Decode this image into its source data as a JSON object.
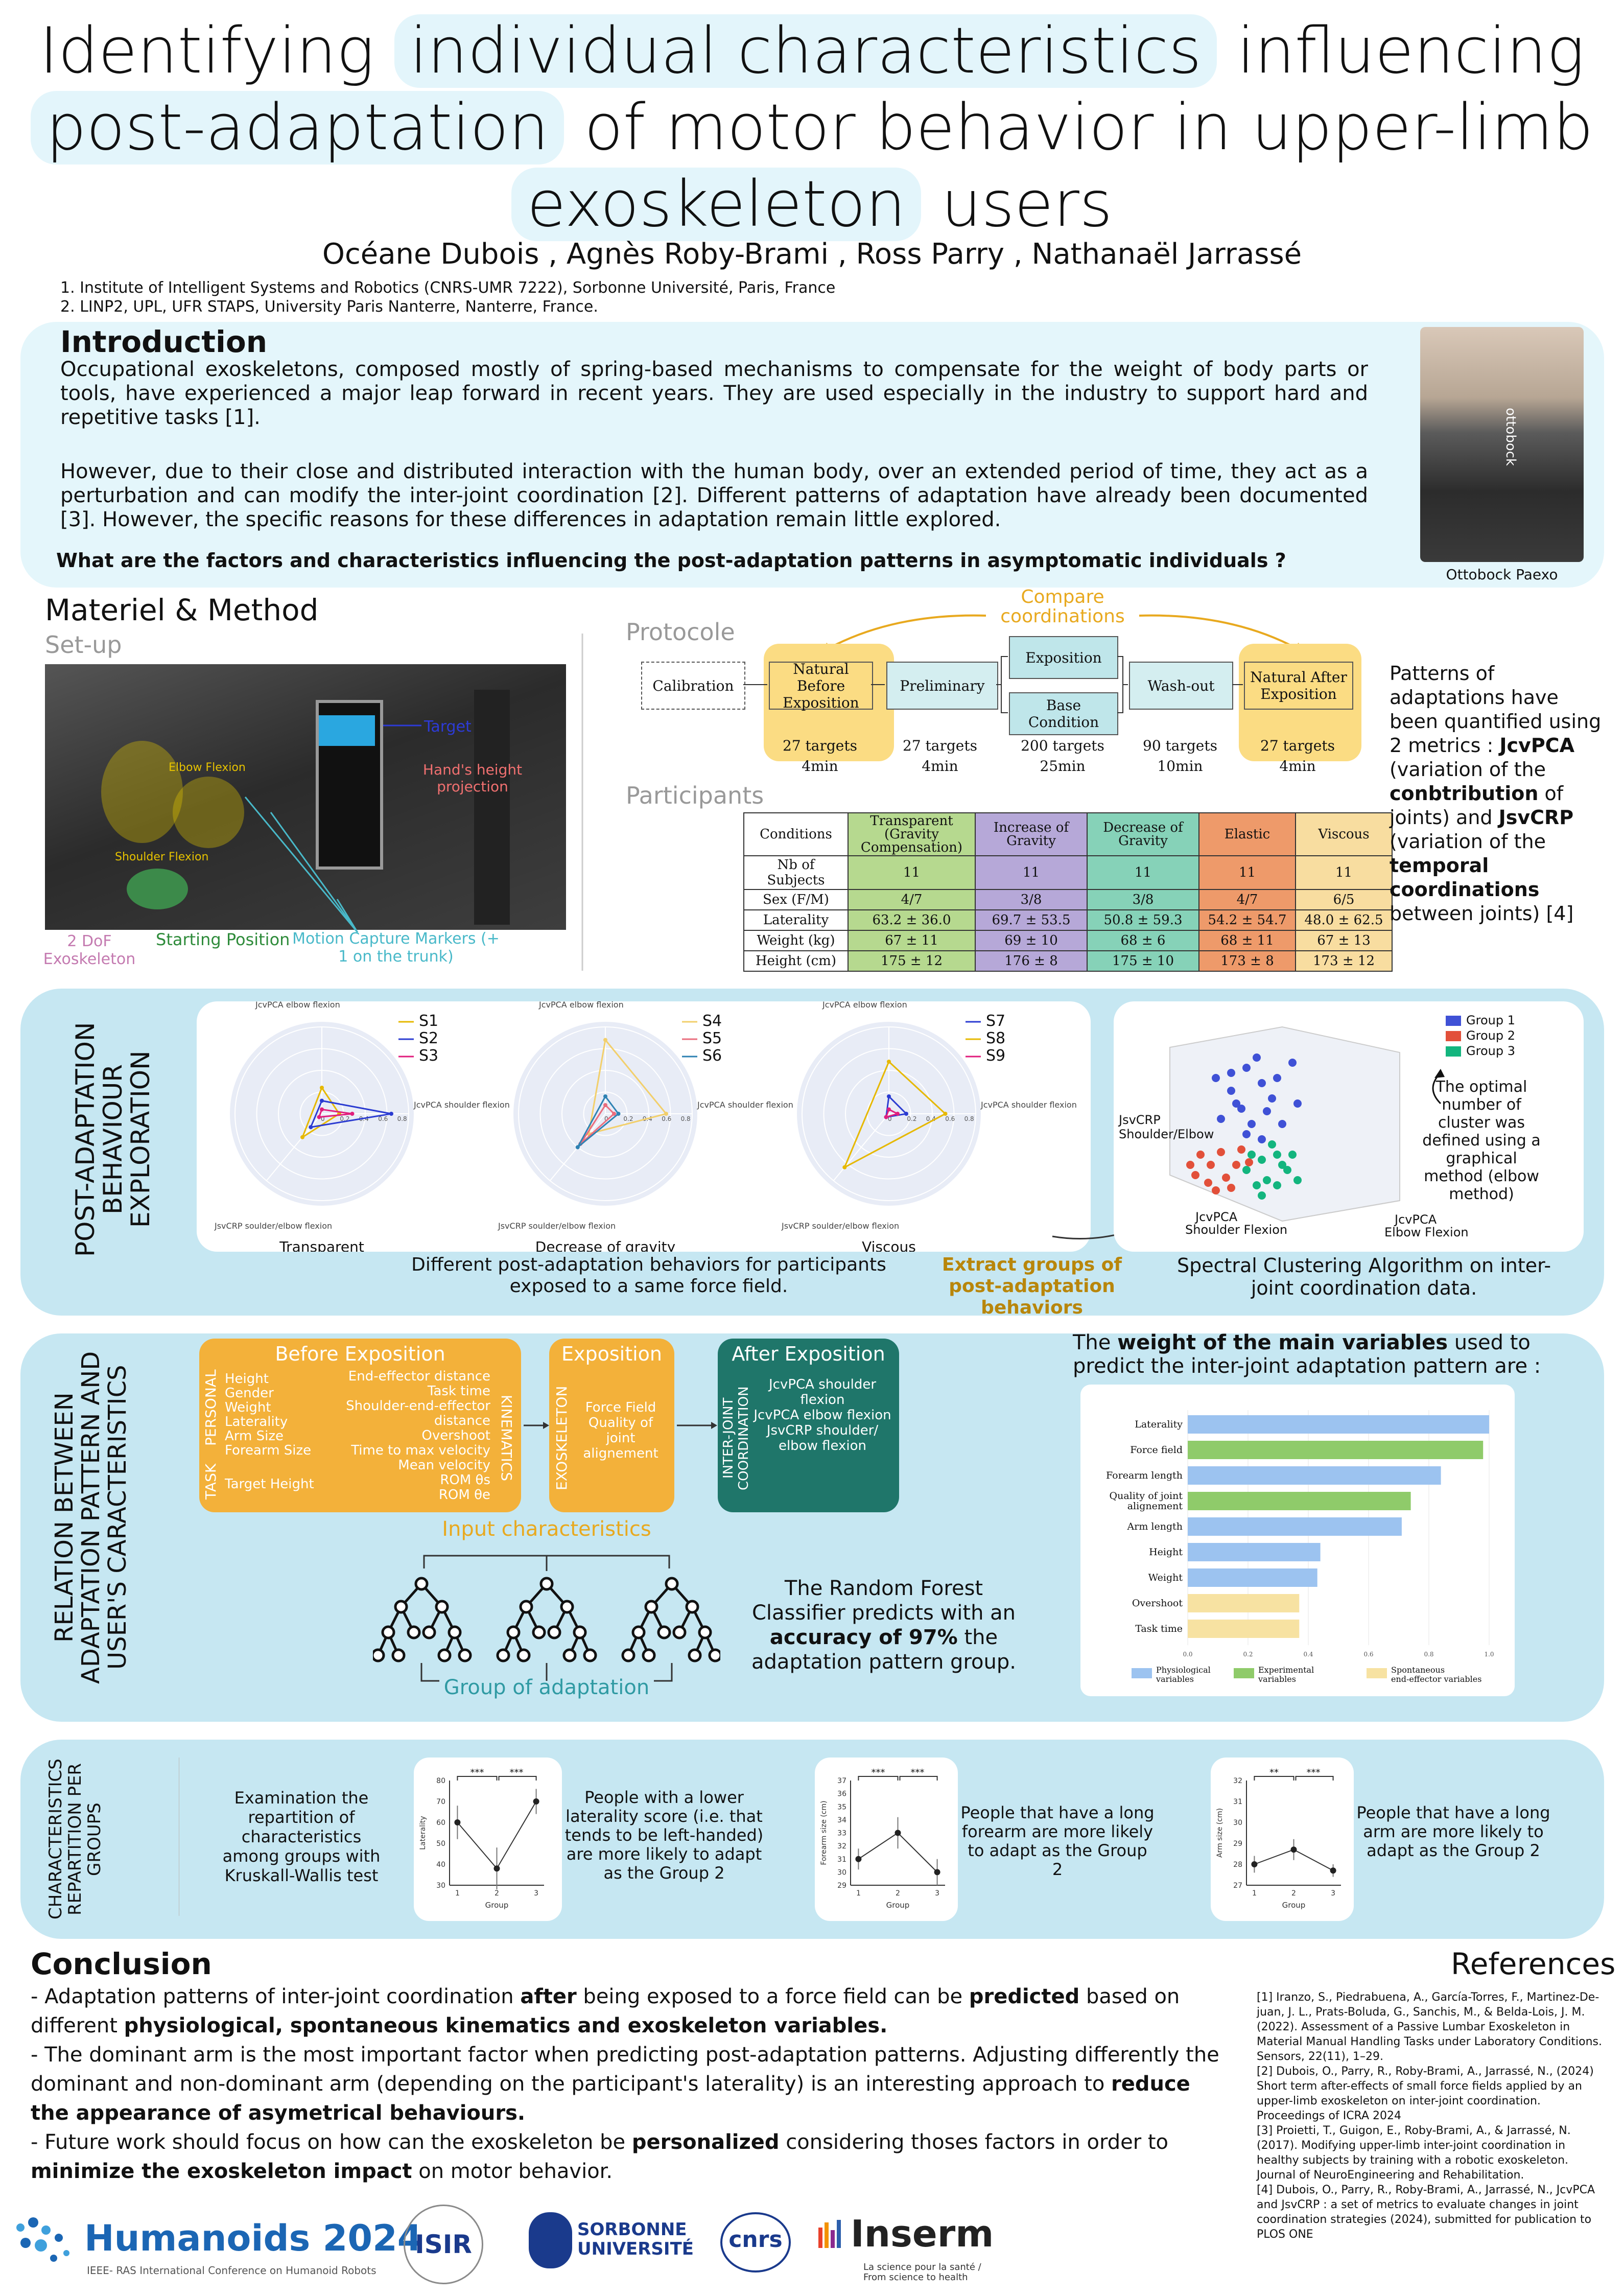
{
  "title": {
    "line1_a": "Identifying ",
    "line1_hl": "individual characteristics",
    "line1_b": " influencing",
    "line2_hl": "post-adaptation",
    "line2_b": " of motor behavior in upper-limb",
    "line3_hl": "exoskeleton",
    "line3_b": " users"
  },
  "authors": "Océane Dubois , Agnès Roby-Brami , Ross Parry , Nathanaël Jarrassé",
  "affiliations": [
    "1. Institute of Intelligent Systems and Robotics (CNRS-UMR 7222), Sorbonne Université, Paris, France",
    "2. LINP2, UPL, UFR STAPS, University Paris Nanterre, Nanterre, France."
  ],
  "intro": {
    "heading": "Introduction",
    "p1": "Occupational exoskeletons, composed mostly of spring-based mechanisms to compensate for the weight of body parts or tools, have experienced a major leap forward in recent years. They are used especially in the industry to support hard and repetitive tasks [1].",
    "p2": "However, due to their close and distributed interaction with the human body, over an extended period of time, they act as a perturbation and can modify the inter-joint coordination [2]. Different patterns of adaptation have already been documented [3].  However, the specific reasons for these differences in adaptation remain little explored.",
    "question": "What are the factors and characteristics influencing the post-adaptation patterns in asymptomatic individuals ?",
    "photo_caption": "Ottobock Paexo",
    "photo_brand": "ottobock"
  },
  "method": {
    "heading": "Materiel & Method",
    "setup": "Set-up",
    "setup_labels": {
      "target": "Target",
      "hand_height": "Hand's height projection",
      "elbow": "Elbow Flexion",
      "shoulder": "Shoulder Flexion",
      "exo": "2 DoF Exoskeleton",
      "start": "Starting Position",
      "mocap": "Motion Capture Markers (+ 1 on the trunk)"
    },
    "protocol_title": "Protocole",
    "compare": "Compare coordinations",
    "steps": [
      "Calibration",
      "Natural Before Exposition",
      "Preliminary",
      "Exposition",
      "Base Condition",
      "Wash-out",
      "Natural After Exposition"
    ],
    "targets": [
      {
        "n": "27 targets",
        "t": "4min"
      },
      {
        "n": "27 targets",
        "t": "4min"
      },
      {
        "n": "200 targets",
        "t": "25min"
      },
      {
        "n": "90 targets",
        "t": "10min"
      },
      {
        "n": "27 targets",
        "t": "4min"
      }
    ],
    "participants_title": "Participants",
    "table": {
      "headers": [
        "Conditions",
        "Transparent (Gravity Compensation)",
        "Increase of Gravity",
        "Decrease of Gravity",
        "Elastic",
        "Viscous"
      ],
      "rows": [
        [
          "Nb of Subjects",
          "11",
          "11",
          "11",
          "11",
          "11"
        ],
        [
          "Sex (F/M)",
          "4/7",
          "3/8",
          "3/8",
          "4/7",
          "6/5"
        ],
        [
          "Laterality",
          "63.2 ± 36.0",
          "69.7 ± 53.5",
          "50.8 ± 59.3",
          "54.2 ± 54.7",
          "48.0 ± 62.5"
        ],
        [
          "Weight (kg)",
          "67 ± 11",
          "69 ± 10",
          "68 ± 6",
          "68 ± 11",
          "67 ± 13"
        ],
        [
          "Height (cm)",
          "175 ± 12",
          "176 ± 8",
          "175 ± 10",
          "173 ± 8",
          "173 ± 12"
        ]
      ],
      "colors": [
        "#ffffff",
        "#b6d98f",
        "#b6a8d8",
        "#86d2b8",
        "#ee9a6a",
        "#f8dda0"
      ]
    },
    "metrics_text": [
      {
        "t": "Patterns of adaptations have been quantified using 2 metrics : ",
        "b": false
      },
      {
        "t": "JcvPCA",
        "b": true
      },
      {
        "t": " (variation of the ",
        "b": false
      },
      {
        "t": "conbtribution",
        "b": true
      },
      {
        "t": " of joints) and ",
        "b": false
      },
      {
        "t": "JsvCRP",
        "b": true
      },
      {
        "t": " (variation of the ",
        "b": false
      },
      {
        "t": "temporal coordinations",
        "b": true
      },
      {
        "t": " between joints) [4]",
        "b": false
      }
    ]
  },
  "exploration": {
    "side_title": "POST-ADAPTATION BEHAVIOUR EXPLORATION",
    "radar_axes": [
      "JcvPCA elbow flexion",
      "JcvPCA shoulder flexion",
      "JsvCRP soulder/elbow flexion"
    ],
    "radar_ticks": [
      "0",
      "0.2",
      "0.4",
      "0.6",
      "0.8"
    ],
    "radars": [
      {
        "caption": "Transparent",
        "legend": [
          "S1",
          "S2",
          "S3"
        ],
        "colors": [
          "#e6b800",
          "#2a3bd1",
          "#e01e7d"
        ],
        "values": [
          [
            0.3,
            0.2,
            0.35
          ],
          [
            0.15,
            0.8,
            0.2
          ],
          [
            0.05,
            0.35,
            0.05
          ]
        ]
      },
      {
        "caption": "Decrease of gravity",
        "legend": [
          "S4",
          "S5",
          "S6"
        ],
        "colors": [
          "#f2cf6b",
          "#ea6d7d",
          "#2f82b3"
        ],
        "values": [
          [
            0.85,
            0.7,
            0.3
          ],
          [
            0.1,
            0.1,
            0.45
          ],
          [
            0.2,
            0.15,
            0.5
          ]
        ]
      },
      {
        "caption": "Viscous",
        "legend": [
          "S7",
          "S8",
          "S9"
        ],
        "colors": [
          "#2a3bd1",
          "#e6b800",
          "#e01e7d"
        ],
        "values": [
          [
            0.2,
            0.2,
            0.05
          ],
          [
            0.6,
            0.65,
            0.8
          ],
          [
            0.05,
            0.1,
            0.05
          ]
        ]
      }
    ],
    "radar_note": "Different post-adaptation behaviors for participants exposed to a same force field.",
    "extract_note": "Extract groups of post-adaptation behaviors",
    "scatter_legend": [
      "Group 1",
      "Group 2",
      "Group 3"
    ],
    "scatter_colors": [
      "#3f51d6",
      "#e2503a",
      "#13b57e"
    ],
    "scatter_axes": [
      "JsvCRP Shoulder/Elbow",
      "JcvPCA Shoulder Flexion",
      "JcvPCA Elbow Flexion"
    ],
    "elbow_note": "The optimal number of cluster was defined using a graphical method (elbow method)",
    "clustering_note": "Spectral Clustering Algorithm on inter-joint coordination data."
  },
  "relation": {
    "side_title": "RELATION BETWEEN ADAPTATION PATTERN AND USER'S CARACTERISTICS",
    "before_title": "Before Exposition",
    "personal_label": "PERSONAL",
    "personal_items": [
      "Height",
      "Gender",
      "Weight",
      "Laterality",
      "Arm Size",
      "Forearm Size"
    ],
    "task_label": "TASK",
    "task_items": [
      "Target Height"
    ],
    "kinematics_label": "KINEMATICS",
    "kinematics_items": [
      "End-effector distance",
      "Task time",
      "Shoulder-end-effector distance",
      "Overshoot",
      "Time to max velocity",
      "Mean velocity",
      "ROM θs",
      "ROM θe"
    ],
    "exposition_title": "Exposition",
    "exo_label": "EXOSKELETON",
    "exo_items": [
      "Force Field",
      "Quality of joint alignement"
    ],
    "after_title": "After Exposition",
    "coord_label": "INTER-JOINT COORDINATION",
    "coord_items": [
      "JcvPCA shoulder flexion",
      "JcvPCA elbow flexion",
      "JsvCRP shoulder/ elbow flexion"
    ],
    "input_label": "Input characteristics",
    "group_label": "Group of adaptation",
    "rf_a": "The Random Forest Classifier predicts with an ",
    "rf_b": "accuracy of 97%",
    "rf_c": " the adaptation pattern group.",
    "weight_a": "The ",
    "weight_b": "weight of the main variables",
    "weight_c": " used to predict the inter-joint adaptation pattern are :"
  },
  "chart_data": [
    {
      "type": "bar",
      "orientation": "horizontal",
      "categories": [
        "Laterality",
        "Force field",
        "Forearm length",
        "Quality of joint alignement",
        "Arm length",
        "Height",
        "Weight",
        "Overshoot",
        "Task time"
      ],
      "values": [
        1.0,
        0.98,
        0.84,
        0.74,
        0.71,
        0.44,
        0.43,
        0.37,
        0.37
      ],
      "category_groups": [
        "Physiological variables",
        "Experimental variables",
        "Physiological variables",
        "Experimental variables",
        "Physiological variables",
        "Physiological variables",
        "Physiological variables",
        "Spontaneous end-effector variables",
        "Spontaneous end-effector variables"
      ],
      "legend": [
        {
          "name": "Physiological variables",
          "color": "#9cc3f0"
        },
        {
          "name": "Experimental variables",
          "color": "#8fcb6a"
        },
        {
          "name": "Spontaneous end-effector variables",
          "color": "#f7e2a2"
        }
      ],
      "ticks": [
        "0.0",
        "0.2",
        "0.4",
        "0.6",
        "0.8",
        "1.0"
      ],
      "xlim": [
        0,
        1.0
      ]
    },
    {
      "type": "line",
      "x": [
        1,
        2,
        3
      ],
      "y": [
        60,
        38,
        70
      ],
      "err": [
        8,
        10,
        6
      ],
      "ylabel": "Laterality",
      "xlabel": "Group",
      "ylim": [
        30,
        80
      ],
      "yticks": [
        30,
        40,
        50,
        60,
        70,
        80
      ],
      "sig": [
        "***",
        "***"
      ]
    },
    {
      "type": "line",
      "x": [
        1,
        2,
        3
      ],
      "y": [
        31,
        33,
        30
      ],
      "err": [
        0.8,
        1.2,
        1.0
      ],
      "ylabel": "Forearm size (cm)",
      "xlabel": "Group",
      "ylim": [
        29,
        37
      ],
      "yticks": [
        29,
        30,
        31,
        32,
        33,
        34,
        35,
        36,
        37
      ],
      "sig": [
        "***",
        "***"
      ]
    },
    {
      "type": "line",
      "x": [
        1,
        2,
        3
      ],
      "y": [
        28,
        28.7,
        27.7
      ],
      "err": [
        0.4,
        0.5,
        0.3
      ],
      "ylabel": "Arm size (cm)",
      "xlabel": "Group",
      "ylim": [
        27,
        32
      ],
      "yticks": [
        27,
        28,
        29,
        30,
        31,
        32
      ],
      "sig": [
        "**",
        "***"
      ]
    }
  ],
  "repartition": {
    "side_title": "CHARACTERISTICS REPARTITION PER GROUPS",
    "exam": "Examination the repartition of characteristics among groups with Kruskall-Wallis test",
    "lat_text": "People with a lower laterality score (i.e. that tends to be left-handed) are more likely to adapt as the Group 2",
    "forearm_text": "People that have a long forearm are more likely to adapt as the Group 2",
    "arm_text": "People that have a long arm are more likely to adapt as the Group 2"
  },
  "conclusion": {
    "heading": "Conclusion",
    "items": [
      [
        {
          "t": "- Adaptation patterns of inter-joint coordination ",
          "b": false
        },
        {
          "t": "after",
          "b": true
        },
        {
          "t": " being exposed to a force field can be ",
          "b": false
        },
        {
          "t": "predicted",
          "b": true
        },
        {
          "t": " based on different ",
          "b": false
        },
        {
          "t": "physiological,  spontaneous kinematics  and exoskeleton variables.",
          "b": true
        }
      ],
      [
        {
          "t": "-  The dominant arm is the most important factor when predicting post-adaptation patterns. Adjusting differently the dominant and non-dominant arm (depending on the participant's laterality) is an interesting approach to ",
          "b": false
        },
        {
          "t": "reduce the appearance of asymetrical behaviours.",
          "b": true
        }
      ],
      [
        {
          "t": "- Future work should focus on how can the exoskeleton be ",
          "b": false
        },
        {
          "t": "personalized",
          "b": true
        },
        {
          "t": " considering thoses factors in order to ",
          "b": false
        },
        {
          "t": "minimize the exoskeleton impact",
          "b": true
        },
        {
          "t": " on motor behavior.",
          "b": false
        }
      ]
    ]
  },
  "references": {
    "heading": "References",
    "items": [
      "[1] Iranzo, S., Piedrabuena, A., García-Torres, F., Martinez-De-juan, J. L., Prats-Boluda, G., Sanchis, M., & Belda-Lois, J. M. (2022). Assessment of a Passive Lumbar Exoskeleton in Material Manual Handling Tasks under Laboratory Conditions. Sensors, 22(11), 1–29.",
      "[2] Dubois, O., Parry, R., Roby-Brami, A., Jarrassé, N., (2024) Short term after-effects of small force fields applied by an upper-limb exoskeleton on inter-joint coordination. Proceedings of ICRA 2024",
      "[3] Proietti, T., Guigon, E., Roby-Brami, A., & Jarrassé, N. (2017). Modifying upper-limb inter-joint coordination in healthy subjects by training with a robotic exoskeleton. Journal of NeuroEngineering and Rehabilitation.",
      "[4]  Dubois, O., Parry, R., Roby-Brami, A., Jarrassé, N., JcvPCA and JsvCRP : a set of metrics to evaluate changes in joint coordination strategies (2024), submitted for publication to PLOS ONE"
    ]
  },
  "logos": {
    "humanoids": "Humanoids 2024",
    "humanoids_sub": "IEEE- RAS International Conference on Humanoid Robots",
    "isir": "ISIR",
    "sorbonne": "SORBONNE UNIVERSITÉ",
    "cnrs": "cnrs",
    "inserm": "Inserm",
    "inserm_sub": "La science pour la santé / From science to health"
  }
}
